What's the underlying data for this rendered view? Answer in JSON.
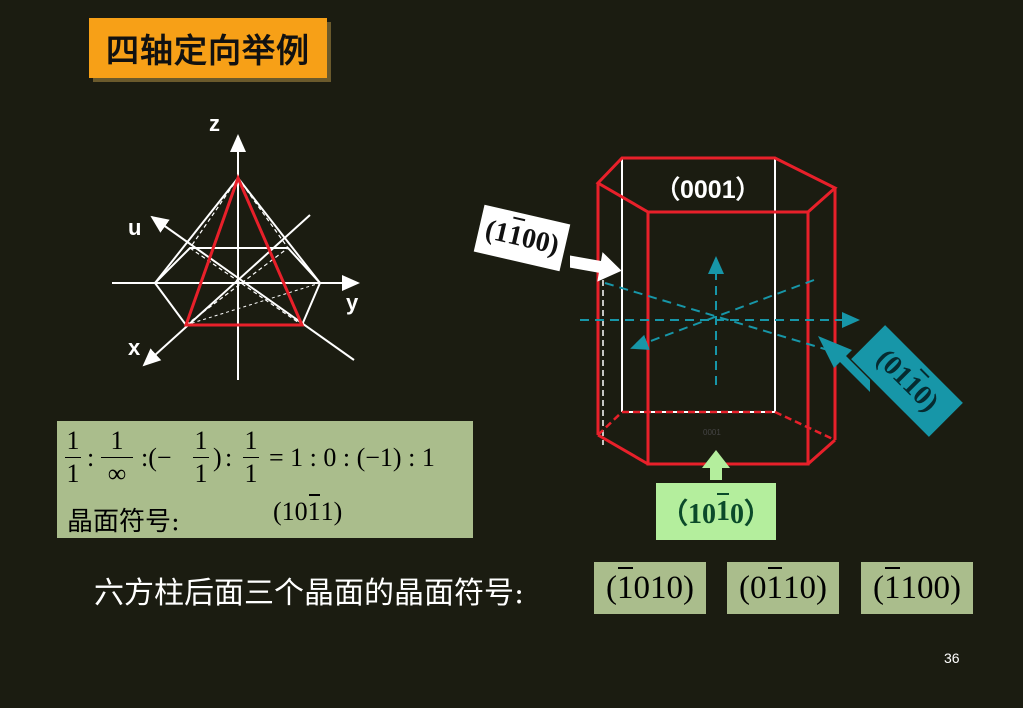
{
  "title": "四轴定向举例",
  "axes": {
    "z": "z",
    "u": "u",
    "y": "y",
    "x": "x"
  },
  "formula": {
    "fractions": [
      {
        "num": "1",
        "den": "1"
      },
      {
        "num": "1",
        "den": "∞"
      },
      {
        "num": "1",
        "den": "1"
      },
      {
        "num": "1",
        "den": "1"
      }
    ],
    "colon": ":",
    "open_neg": ":(−",
    "close_paren": ")",
    "result": "= 1 : 0 : (−1) : 1",
    "label": "晶面符号:",
    "symbol_pre": "(10",
    "symbol_bar": "1",
    "symbol_post": "1)"
  },
  "hex_prism": {
    "top_face_label": "（0001）",
    "bottom_small_label": "0001",
    "tag_white": {
      "pre": "(1",
      "bar": "1",
      "post": "00)"
    },
    "tag_teal": {
      "pre": "(01",
      "bar": "1",
      "post": "0)"
    },
    "tag_green": {
      "pre": "（10",
      "bar": "1",
      "post": "0）"
    }
  },
  "bottom_text": "六方柱后面三个晶面的晶面符号:",
  "answers": [
    {
      "pre": "(",
      "bar": "1",
      "post": "010)"
    },
    {
      "pre": "(0",
      "bar": "1",
      "post": "10)"
    },
    {
      "pre": "(",
      "bar": "1",
      "post": "100)"
    }
  ],
  "page_number": "36",
  "colors": {
    "title_bg": "#f7a017",
    "red": "#e8202a",
    "teal": "#1796a8",
    "green_box": "#b4ee9d",
    "olive_box": "#aabd8c"
  }
}
